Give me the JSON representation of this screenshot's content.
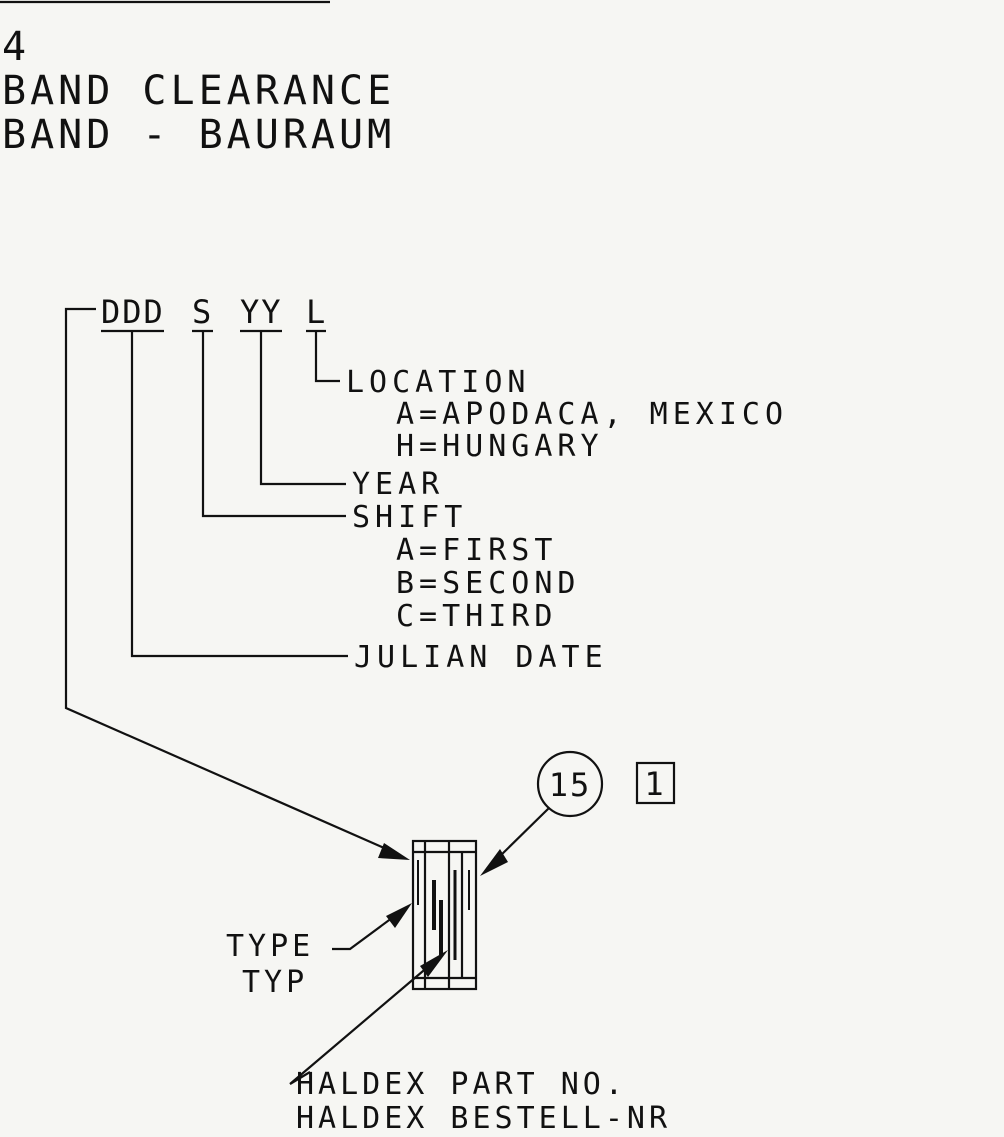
{
  "header": {
    "number": "4",
    "line1": "BAND CLEARANCE",
    "line2": "BAND - BAURAUM"
  },
  "code": {
    "ddd": "DDD",
    "s": "S",
    "yy": "YY",
    "l": "L"
  },
  "legend": {
    "location_title": "LOCATION",
    "location_a": "A=APODACA, MEXICO",
    "location_h": "H=HUNGARY",
    "year_title": "YEAR",
    "shift_title": "SHIFT",
    "shift_a": "A=FIRST",
    "shift_b": "B=SECOND",
    "shift_c": "C=THIRD",
    "julian_title": "JULIAN DATE"
  },
  "balloon": {
    "item": "15",
    "qty": "1"
  },
  "callouts": {
    "type_en": "TYPE",
    "type_de": "TYP",
    "part_en": "HALDEX PART NO.",
    "part_de": "HALDEX BESTELL-NR"
  }
}
